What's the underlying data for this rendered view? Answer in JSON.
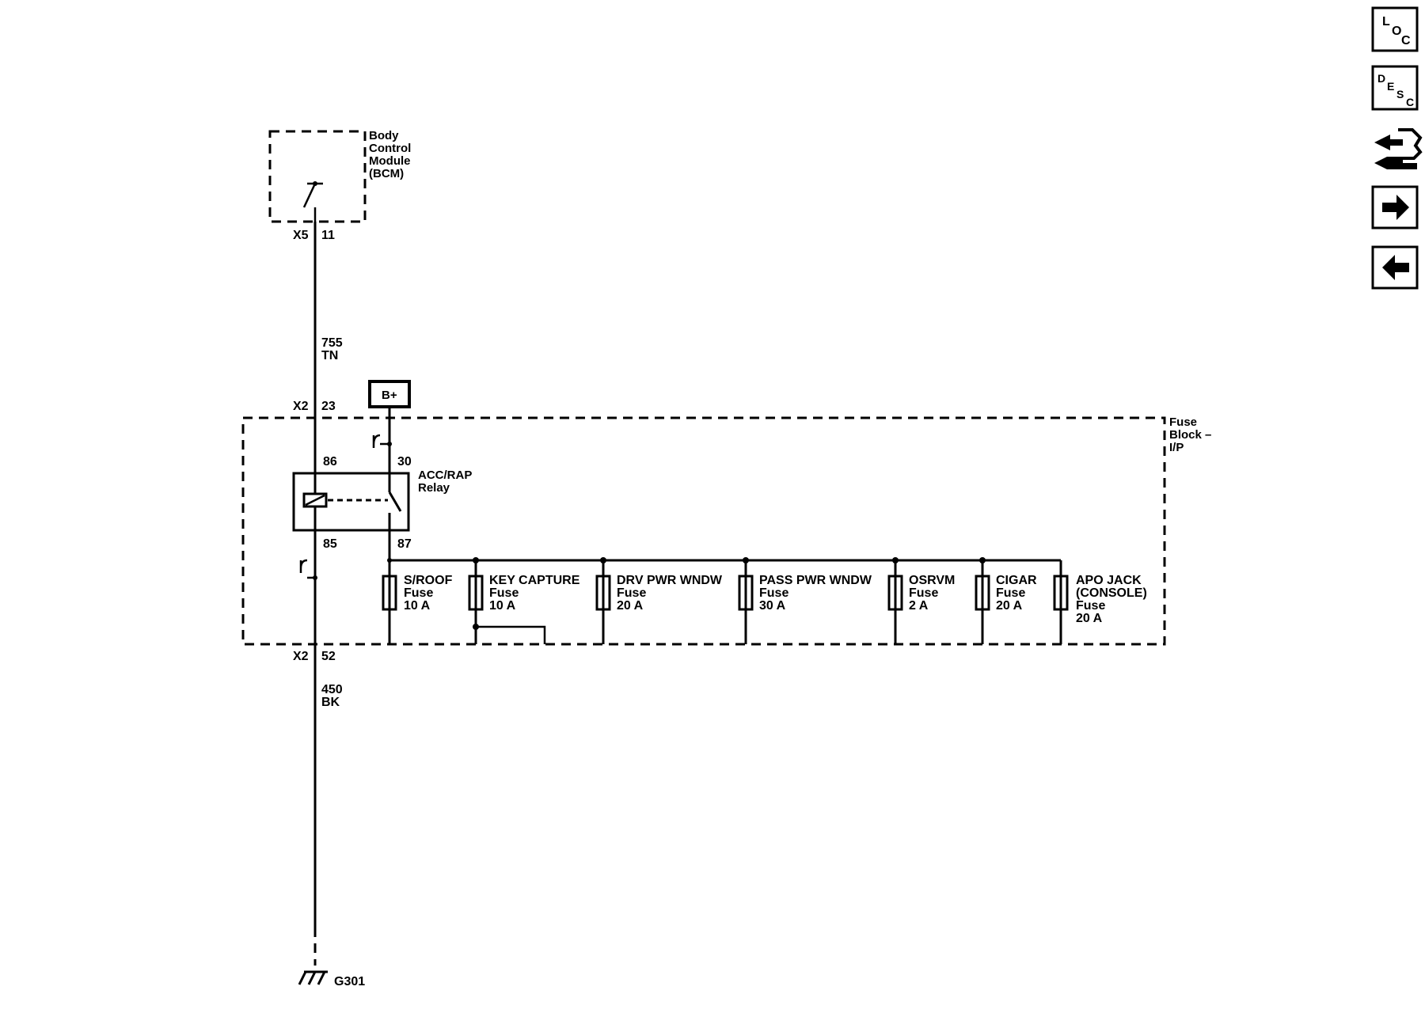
{
  "bcm": {
    "name_lines": [
      "Body",
      "Control",
      "Module",
      "(BCM)"
    ],
    "connector": "X5",
    "pin": "11"
  },
  "wire_upper": {
    "circuit": "755",
    "color": "TN"
  },
  "fuse_block": {
    "name_lines": [
      "Fuse",
      "Block –",
      "I/P"
    ],
    "connector_top": "X2",
    "pin_top": "23",
    "connector_bottom": "X2",
    "pin_bottom": "52"
  },
  "battery": {
    "label": "B+"
  },
  "relay": {
    "name_lines": [
      "ACC/RAP",
      "Relay"
    ],
    "pin_86": "86",
    "pin_85": "85",
    "pin_30": "30",
    "pin_87": "87"
  },
  "fuses": [
    {
      "lines": [
        "S/ROOF",
        "Fuse",
        "10 A"
      ]
    },
    {
      "lines": [
        "KEY CAPTURE",
        "Fuse",
        "10 A"
      ]
    },
    {
      "lines": [
        "DRV PWR WNDW",
        "Fuse",
        "20 A"
      ]
    },
    {
      "lines": [
        "PASS PWR WNDW",
        "Fuse",
        "30 A"
      ]
    },
    {
      "lines": [
        "OSRVM",
        "Fuse",
        "2 A"
      ]
    },
    {
      "lines": [
        "CIGAR",
        "Fuse",
        "20 A"
      ]
    },
    {
      "lines": [
        "APO JACK",
        "(CONSOLE)",
        "Fuse",
        "20 A"
      ]
    }
  ],
  "wire_lower": {
    "circuit": "450",
    "color": "BK"
  },
  "ground": {
    "label": "G301"
  },
  "nav": {
    "loc": {
      "l": "L",
      "o": "O",
      "c": "C"
    },
    "desc": {
      "d": "D",
      "e": "E",
      "s": "S",
      "c": "C"
    }
  }
}
